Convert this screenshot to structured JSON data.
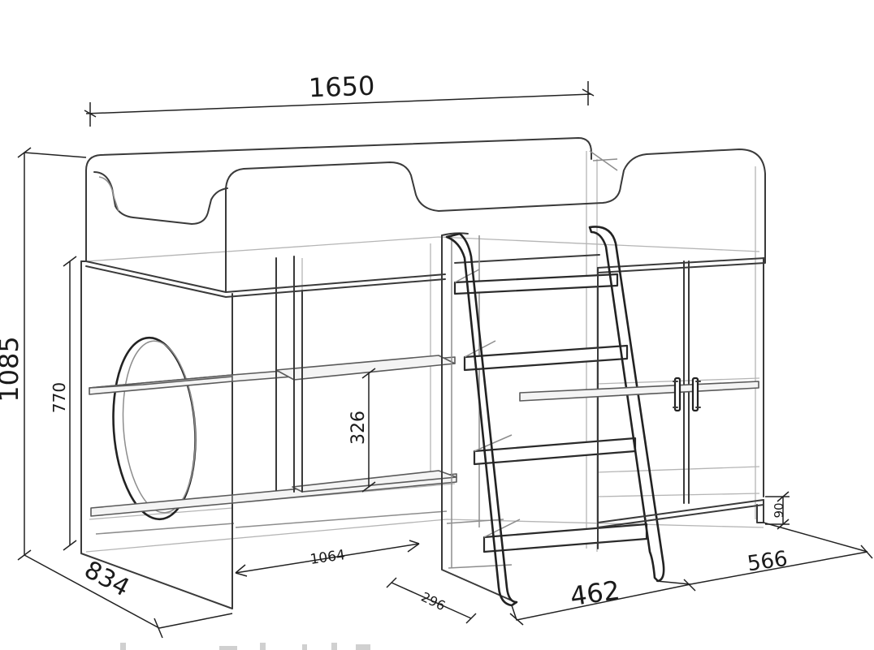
{
  "dimensions": {
    "total_length": "1650",
    "total_height": "1085",
    "under_height": "770",
    "shelf_gap": "326",
    "under_length": "1064",
    "depth": "834",
    "step_depth": "296",
    "ladder_width": "462",
    "cabinet_length": "566",
    "plinth_height": "90"
  }
}
